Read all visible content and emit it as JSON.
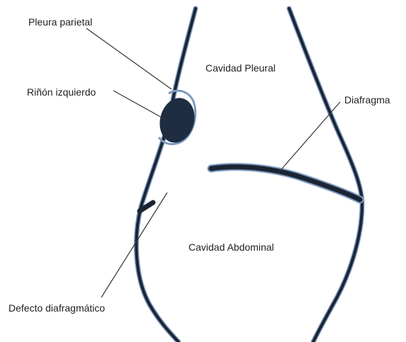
{
  "diagram": {
    "labels": {
      "pleura_parietal": "Pleura parietal",
      "rinon_izquierdo": "Riñón izquierdo",
      "cavidad_pleural": "Cavidad Pleural",
      "diafragma": "Diafragma",
      "cavidad_abdominal": "Cavidad Abdominal",
      "defecto_diafragmatico": "Defecto diafragmático"
    },
    "colors": {
      "outline": "#1b2433",
      "outline_highlight": "#7f9bbf",
      "kidney": "#1f2d42",
      "leader_line": "#333333",
      "text": "#1e1e1e",
      "background": "#ffffff"
    }
  }
}
